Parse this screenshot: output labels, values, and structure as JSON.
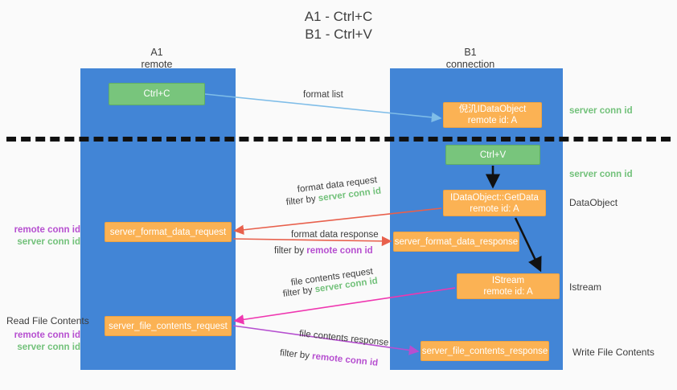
{
  "title": {
    "line1": "A1 - Ctrl+C",
    "line2": "B1 - Ctrl+V"
  },
  "columns": {
    "a1": {
      "name": "A1",
      "sub": "remote"
    },
    "b1": {
      "name": "B1",
      "sub": "connection"
    }
  },
  "nodes": {
    "ctrl_c": {
      "label": "Ctrl+C",
      "color": "#78c57c"
    },
    "idataobject": {
      "line1": "倪㲹IDataObject",
      "line2": "remote id: A",
      "color": "#fbb254"
    },
    "ctrl_v": {
      "label": "Ctrl+V",
      "color": "#78c57c"
    },
    "getdata": {
      "line1": "IDataObject::GetData",
      "line2": "remote id: A",
      "color": "#fbb254"
    },
    "server_format_data_request": {
      "label": "server_format_data_request",
      "color": "#fbb254"
    },
    "server_format_data_response": {
      "label": "server_format_data_response",
      "color": "#fbb254"
    },
    "istream": {
      "line1": "IStream",
      "line2": "remote id: A",
      "color": "#fbb254"
    },
    "server_file_contents_request": {
      "label": "server_file_contents_request",
      "color": "#fbb254"
    },
    "server_file_contents_response": {
      "label": "server_file_contents_response",
      "color": "#fbb254"
    }
  },
  "edge_labels": {
    "format_list": "format list",
    "format_data_request": "format data request",
    "format_data_request_filter_prefix": "filter by ",
    "format_data_request_filter_value": "server conn id",
    "format_data_response": "format data response",
    "format_data_response_filter_prefix": "filter by ",
    "format_data_response_filter_value": "remote conn id",
    "file_contents_request": "file contents request",
    "file_contents_request_filter_prefix": "filter by ",
    "file_contents_request_filter_value": "server conn id",
    "file_contents_response": "file contents response",
    "file_contents_response_filter_prefix": "filter by ",
    "file_contents_response_filter_value": "remote conn id"
  },
  "annotations": {
    "right_server_conn_id_1": "server conn id",
    "right_server_conn_id_2": "server conn id",
    "right_dataobject": "DataObject",
    "right_istream": "Istream",
    "right_write_file_contents": "Write File Contents",
    "left_remote_conn_id_1": "remote conn id",
    "left_server_conn_id_1": "server conn id",
    "left_read_file_contents": "Read File Contents",
    "left_remote_conn_id_2": "remote conn id",
    "left_server_conn_id_2": "server conn id"
  },
  "colors": {
    "lane": "#4285d6",
    "green_node": "#78c57c",
    "orange_node": "#fbb254",
    "green_text": "#72c17a",
    "purple_text": "#b64fd0",
    "arrow_blue": "#7fbde8",
    "arrow_red": "#e8604c",
    "arrow_black": "#111111",
    "arrow_pink": "#ef37b0",
    "arrow_purple": "#b64fd0",
    "background": "#fafafa"
  }
}
